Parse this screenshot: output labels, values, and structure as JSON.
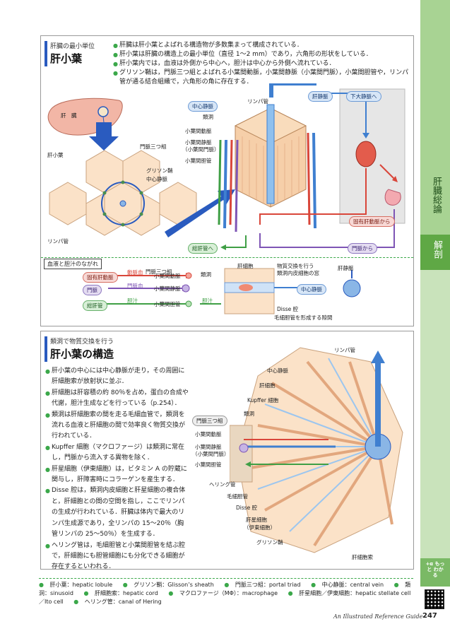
{
  "sidebar": {
    "section_label": "肝臓総論",
    "subsection_label": "解剖",
    "badge_text": "+α もっと わかる"
  },
  "section1": {
    "tag": "肝臓の最小単位",
    "title": "肝小葉",
    "bullets": [
      "肝臓は肝小葉とよばれる構造物が多数集まって構成されている．",
      "肝小葉は肝臓の構造上の最小単位（直径 1～2 mm）であり，六角形の形状をしている．",
      "肝小葉内では，血液は外側から中心へ，胆汁は中心から外側へ流れている．",
      "グリソン鞘は，門脈三つ組とよばれる小葉間動脈，小葉間静脈（小葉間門脈），小葉間胆管や，リンパ管が通る結合組織で，六角形の角に存在する．"
    ],
    "diagram_labels": {
      "liver": "肝　臓",
      "lobule": "肝小葉",
      "portal_triad": "門脈三つ組",
      "glisson": "グリソン鞘",
      "central_vein_small": "中心静脈",
      "lymph": "リンパ管",
      "central_vein": "中心静脈",
      "sinusoid": "類洞",
      "artery": "小葉間動脈",
      "vein": "小葉間静脈",
      "vein_alt": "（小葉間門脈）",
      "bile_duct": "小葉間胆管",
      "lymph_top": "リンパ管",
      "hepatic_vein": "肝静脈",
      "ivc": "下大静脈へ",
      "hepatic_artery_from": "固有肝動脈から",
      "portal_from": "門脈から",
      "common_duct": "総肝管へ"
    },
    "flow": {
      "heading": "血液と胆汁のながれ",
      "portal_triad": "門脈三つ組",
      "artery_blood": "動脈血",
      "portal_blood": "門脈血",
      "bile": "胆汁",
      "bile2": "胆汁",
      "proper_artery": "固有肝動脈",
      "portal_vein": "門脈",
      "common_duct": "総肝管",
      "artery": "小葉間動脈",
      "vein": "小葉間静脈",
      "bile_duct": "小葉間胆管",
      "sinusoid": "類洞",
      "hepatocyte": "肝細胞",
      "window1": "物質交換を行う",
      "window2": "類洞内皮細胞の窓",
      "central_vein": "中心静脈",
      "hepatic_vein": "肝静脈",
      "disse": "Disse 腔",
      "canaliculus": "毛細胆管を形成する隙間"
    }
  },
  "section2": {
    "tag": "類洞で物質交換を行う",
    "title": "肝小葉の構造",
    "bullets": [
      "肝小葉の中心には中心静脈が走り，その周囲に肝細胞索が放射状に並ぶ．",
      "肝細胞は肝容積の約 80％を占め，蛋白の合成や代謝，胆汁生成などを行っている（p.254）．",
      "類洞は肝細胞索の間を走る毛細血管で，類洞を流れる血液と肝細胞の間で効率良く物質交換が行われている．",
      "Kupffer 細胞（マクロファージ）は類洞に常在し，門脈から流入する異物を除く．",
      "肝星細胞（伊東細胞）は，ビタミン A の貯蔵に関与し，肝障害時にコラーゲンを産生する．",
      "Disse 腔は，類洞内皮細胞と肝星細胞の複合体と，肝細胞との間の空間を指し，ここでリンパの生成が行われている．肝臓は体内で最大のリンパ生成源であり，全リンパの 15～20％（胸管リンパの 25～50％）を生成する．",
      "ヘリング管は，毛細胆管と小葉間胆管を結ぶ腔で，肝細胞にも胆管細胞にも分化できる細胞が存在するといわれる．"
    ],
    "diagram_labels": {
      "lymph": "リンパ管",
      "central_vein": "中心静脈",
      "hepatocyte": "肝細胞",
      "kupffer": "Kupffer 細胞",
      "sinusoid": "類洞",
      "portal_triad": "門脈三つ組",
      "artery": "小葉間動脈",
      "vein": "小葉間静脈",
      "vein_alt": "（小葉間門脈）",
      "bile_duct": "小葉間胆管",
      "hering": "ヘリング管",
      "canaliculus": "毛細胆管",
      "disse": "Disse 腔",
      "stellate": "肝星細胞",
      "stellate_alt": "（伊東細胞）",
      "glisson": "グリソン鞘",
      "cord": "肝細胞索"
    }
  },
  "footer": {
    "glossary": [
      "肝小葉：hepatic lobule",
      "グリソン鞘：Glisson’s sheath",
      "門脈三つ組：portal triad",
      "中心静脈：central vein",
      "類洞：sinusoid",
      "肝細胞索：hepatic cord",
      "マクロファージ（MΦ）：macrophage",
      "肝星細胞／伊東細胞：hepatic stellate cell／Ito cell",
      "ヘリング管：canal of Hering"
    ],
    "book_title": "An Illustrated Reference Guide",
    "page_number": "247"
  },
  "colors": {
    "accent_green": "#3ba84a",
    "title_bar_blue": "#2a5bbf",
    "artery_red": "#d9463a",
    "portal_blue": "#3f7fd0",
    "bile_green": "#3f9f45",
    "purple": "#7e55b5"
  }
}
